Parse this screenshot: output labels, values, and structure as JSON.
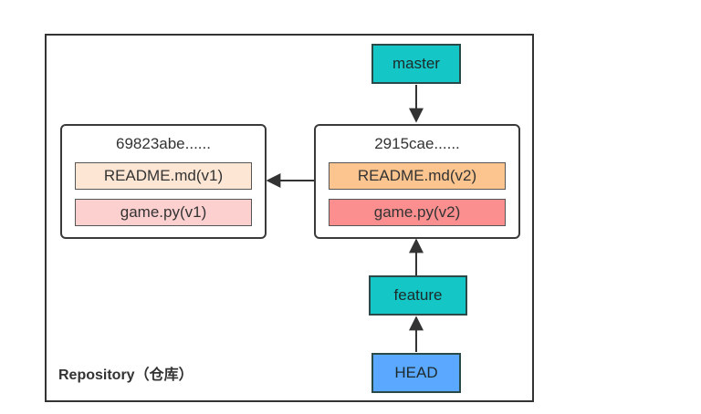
{
  "repository": {
    "label": "Repository（仓库）"
  },
  "commits": [
    {
      "hash": "69823abe......",
      "files": [
        "README.md(v1)",
        "game.py(v1)"
      ]
    },
    {
      "hash": "2915cae......",
      "files": [
        "README.md(v2)",
        "game.py(v2)"
      ]
    }
  ],
  "refs": {
    "master": "master",
    "feature": "feature",
    "head": "HEAD"
  },
  "colors": {
    "border": "#333333",
    "ref_teal": "#14c6c6",
    "head_blue": "#5aa8ff",
    "readme_v1": "#fde6d3",
    "game_v1": "#fdd0d0",
    "readme_v2": "#fcc58f",
    "game_v2": "#fb8f8f"
  }
}
